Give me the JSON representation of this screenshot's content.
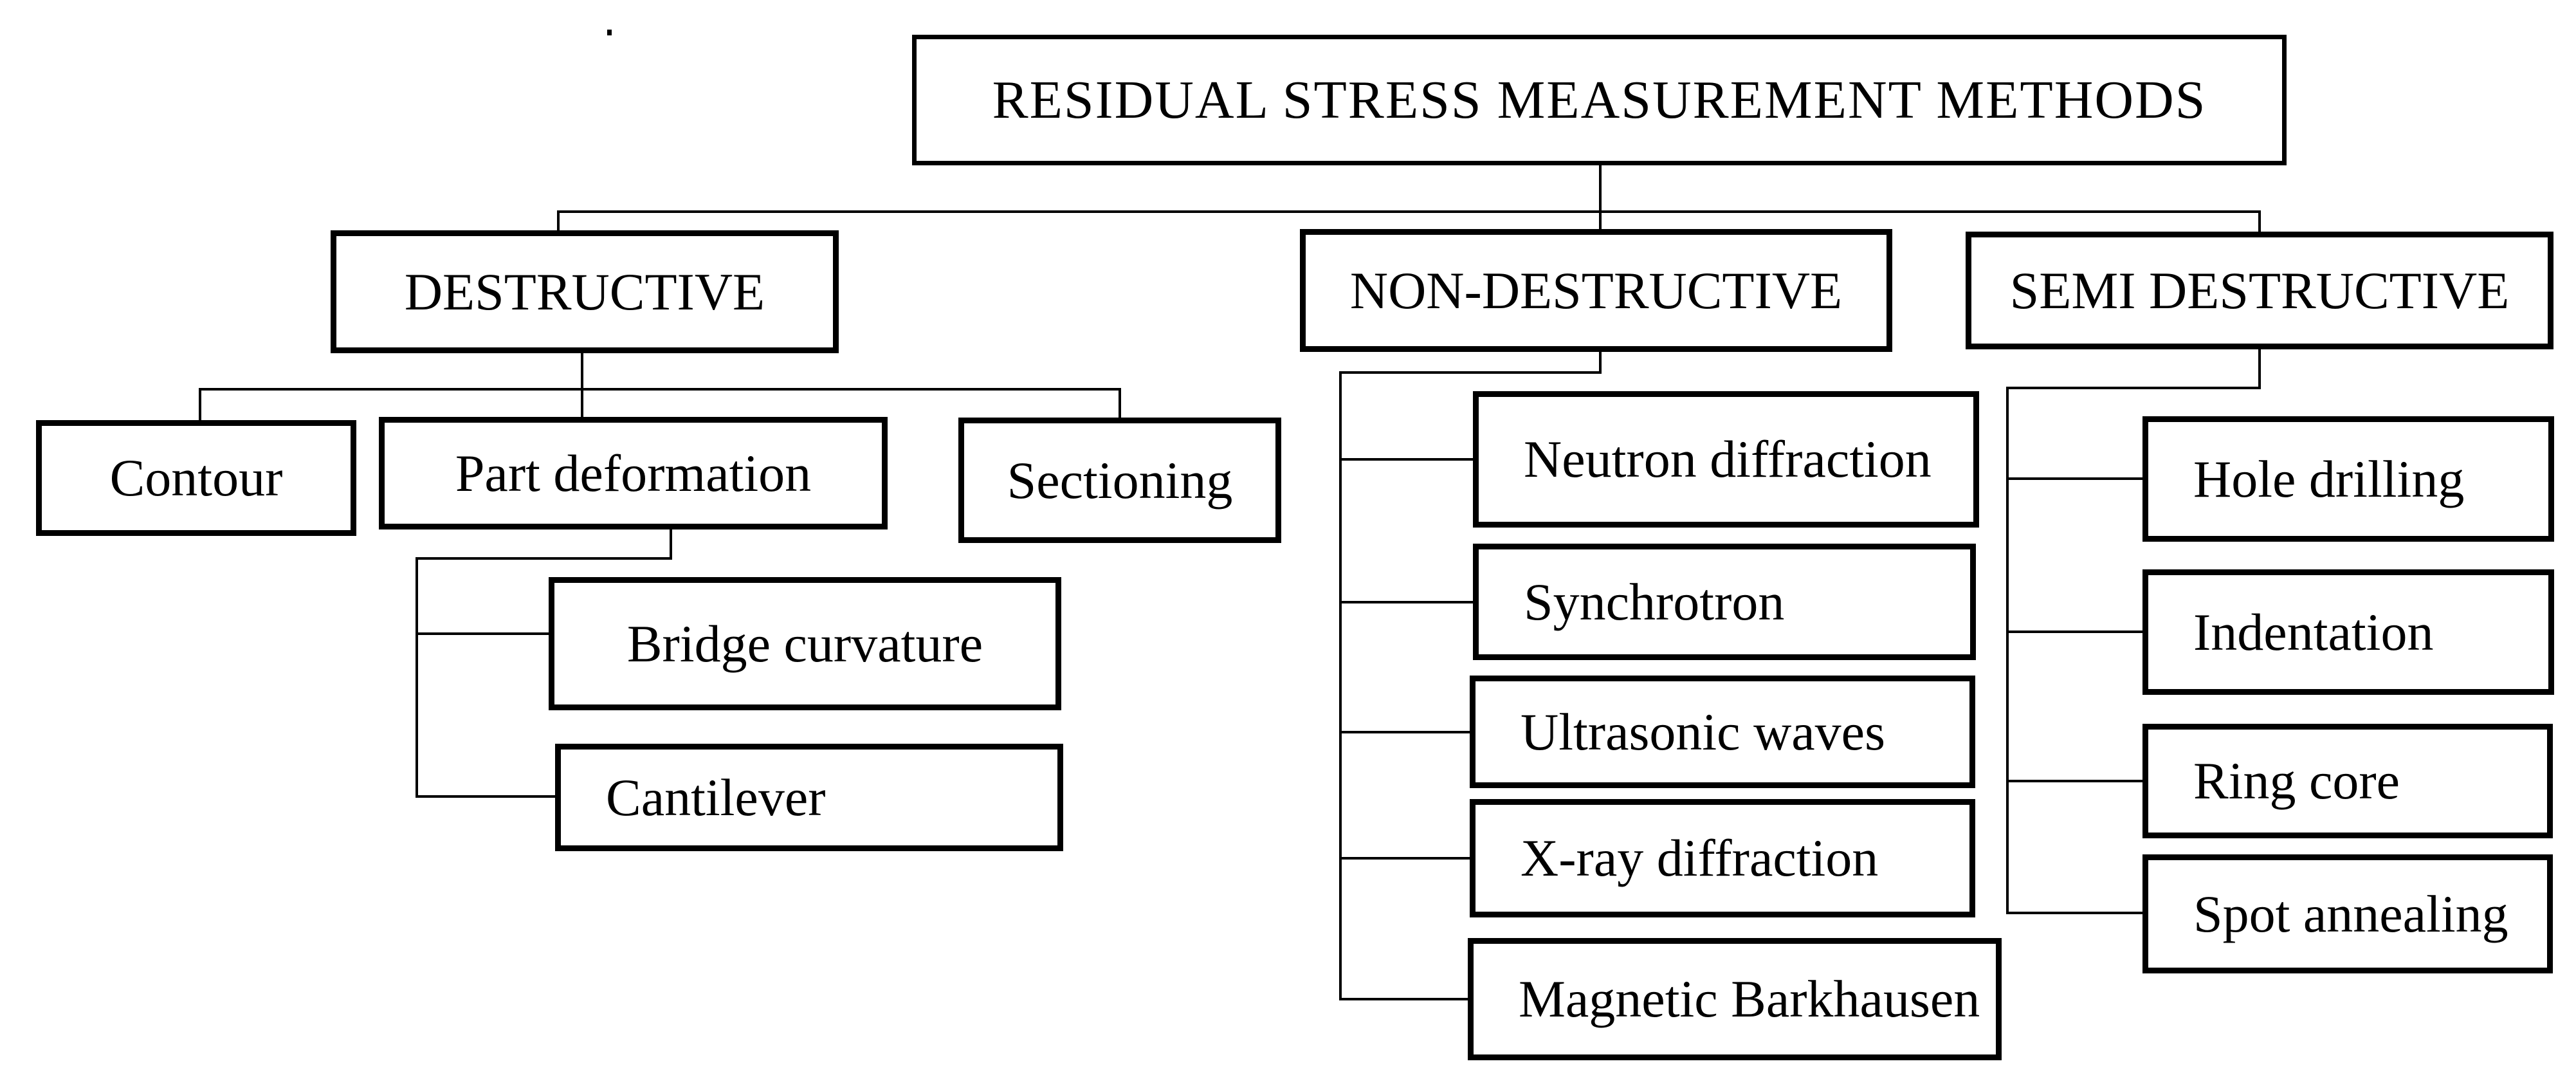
{
  "title": "RESIDUAL STRESS MEASUREMENT METHODS",
  "colors": {
    "line": "#000000",
    "box_border": "#000000",
    "box_fill": "#ffffff",
    "background": "#ffffff",
    "text": "#000000"
  },
  "tree": {
    "label": "RESIDUAL STRESS MEASUREMENT METHODS",
    "children": [
      {
        "label": "DESTRUCTIVE",
        "children": [
          {
            "label": "Contour"
          },
          {
            "label": "Part deformation",
            "children": [
              {
                "label": "Bridge curvature"
              },
              {
                "label": "Cantilever"
              }
            ]
          },
          {
            "label": "Sectioning"
          }
        ]
      },
      {
        "label": "NON-DESTRUCTIVE",
        "children": [
          {
            "label": "Neutron diffraction"
          },
          {
            "label": "Synchrotron"
          },
          {
            "label": "Ultrasonic waves"
          },
          {
            "label": "X-ray diffraction"
          },
          {
            "label": "Magnetic Barkhausen"
          }
        ]
      },
      {
        "label": "SEMI DESTRUCTIVE",
        "children": [
          {
            "label": "Hole drilling"
          },
          {
            "label": "Indentation"
          },
          {
            "label": "Ring core"
          },
          {
            "label": "Spot annealing"
          }
        ]
      }
    ]
  }
}
